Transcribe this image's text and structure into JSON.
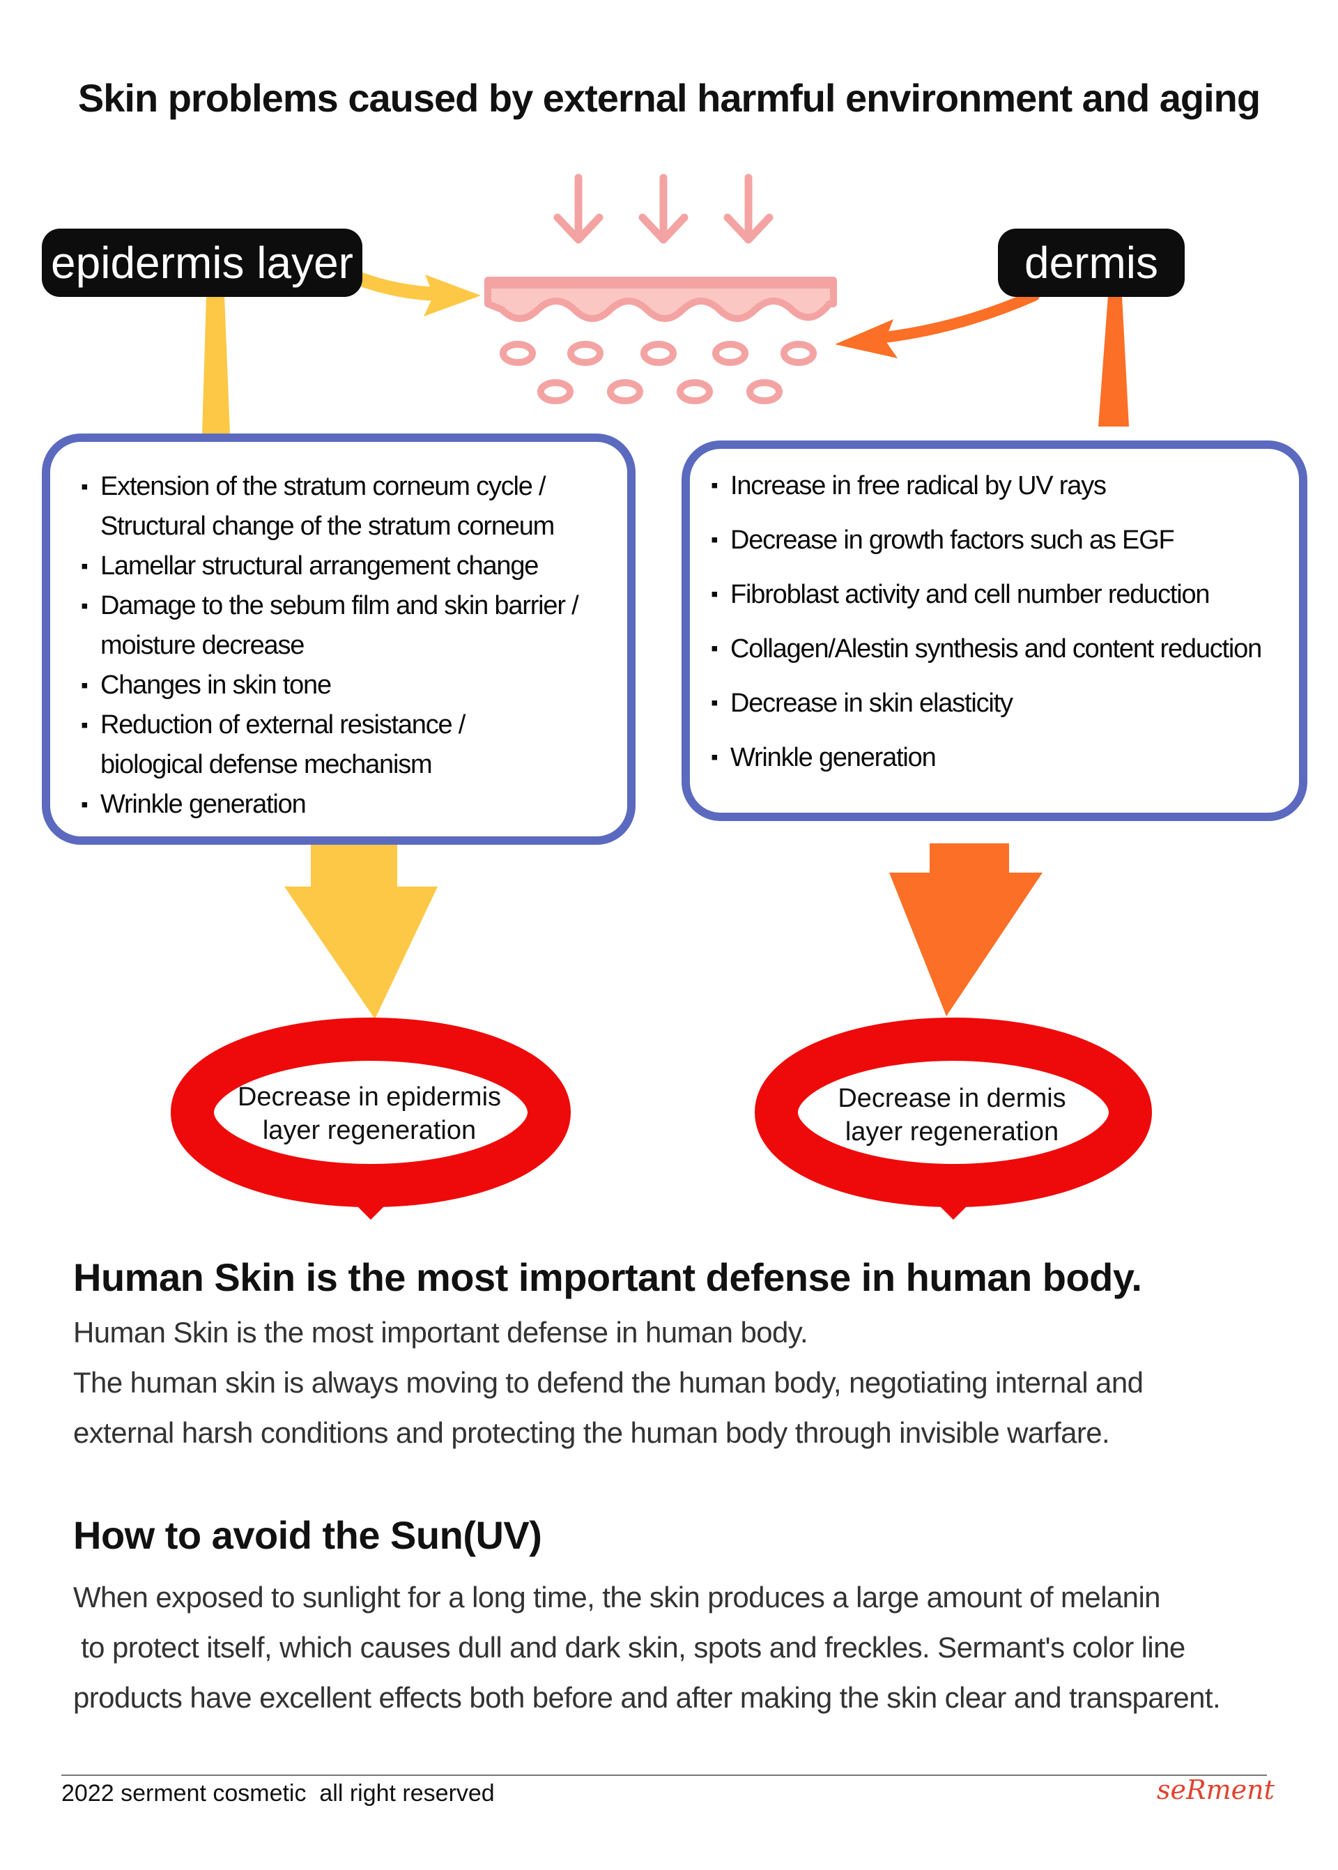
{
  "title": "Skin problems caused by external harmful environment and aging",
  "labels": {
    "epidermis": "epidermis layer",
    "dermis": "dermis"
  },
  "epidermis_items": [
    [
      "Extension of the stratum corneum cycle /",
      "Structural change of the stratum corneum"
    ],
    [
      "Lamellar structural arrangement change"
    ],
    [
      "Damage to the sebum film and skin barrier /",
      "moisture decrease"
    ],
    [
      "Changes in skin tone"
    ],
    [
      "Reduction of external resistance /",
      "biological defense mechanism"
    ],
    [
      "Wrinkle generation"
    ]
  ],
  "dermis_items": [
    "Increase in free radical by UV rays",
    "Decrease in growth factors such as EGF",
    "Fibroblast activity and cell number reduction",
    "Collagen/Alestin synthesis and content reduction",
    "Decrease in skin elasticity",
    "Wrinkle generation"
  ],
  "results": {
    "epidermis": [
      "Decrease in epidermis",
      "layer regeneration"
    ],
    "dermis": [
      "Decrease in dermis",
      "layer regeneration"
    ]
  },
  "section_defense": {
    "heading": "Human Skin is the most important defense in human body.",
    "lines": [
      "Human Skin is the most important defense in human body.",
      "The human skin is always moving to defend the human body, negotiating internal and",
      "external harsh conditions and protecting the human body through invisible warfare."
    ]
  },
  "section_uv": {
    "heading": "How to avoid the Sun(UV)",
    "lines": [
      "When exposed to sunlight for a long time, the skin produces a large amount of melanin",
      " to protect itself, which causes dull and dark skin, spots and freckles. Sermant's color line",
      "products have excellent effects both before and after making the skin clear and transparent."
    ]
  },
  "footer": {
    "copyright": "2022 serment cosmetic  all right reserved",
    "brand": "seRment"
  },
  "colors": {
    "pink": "#f4a3a3",
    "yellow": "#fcc846",
    "orange": "#fb6f26",
    "blue_border": "#5b6abf",
    "red_ring": "#ee0a0a"
  }
}
